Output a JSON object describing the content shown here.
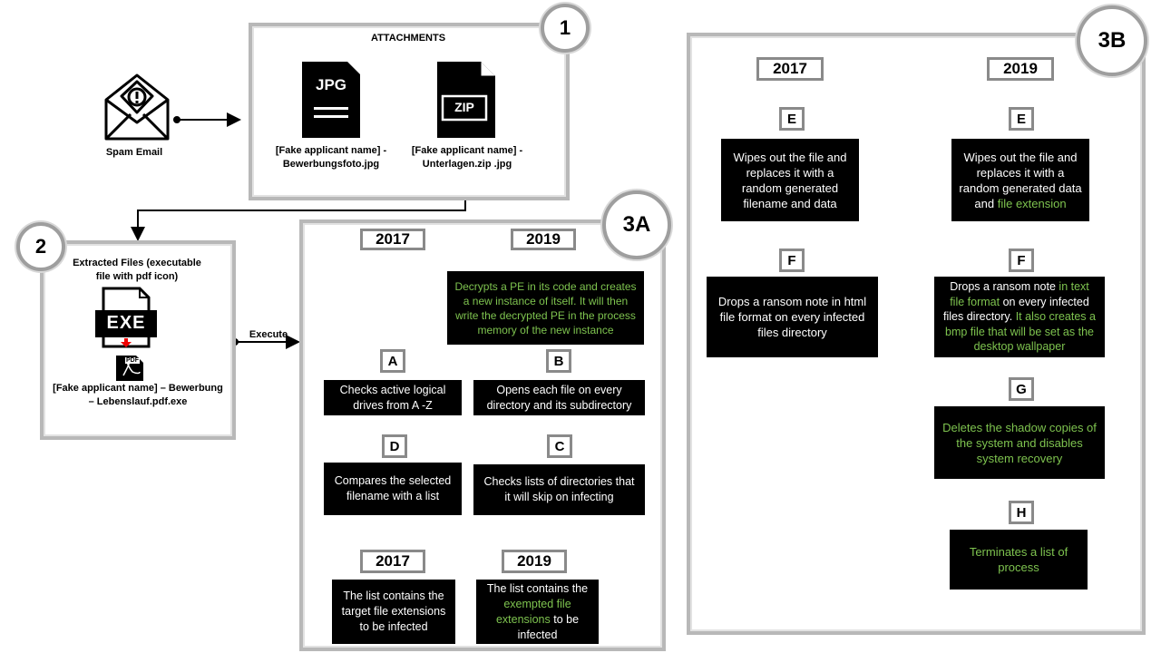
{
  "circles": {
    "c1": "1",
    "c2": "2",
    "c3a": "3A",
    "c3b": "3B"
  },
  "spam_email": "Spam Email",
  "attachments": {
    "title": "ATTACHMENTS",
    "jpg_label": "JPG",
    "zip_label": "ZIP",
    "jpg_caption": [
      "[Fake applicant name] -",
      "Bewerbungsfoto.jpg"
    ],
    "zip_caption": [
      "[Fake applicant name] -",
      "Unterlagen.zip .jpg"
    ]
  },
  "extracted": {
    "title": [
      "Extracted Files (executable",
      "file with pdf icon)"
    ],
    "exe_label": "EXE",
    "pdf_label": "PDF",
    "caption": [
      "[Fake applicant name] – Bewerbung",
      "– Lebenslauf.pdf.exe"
    ]
  },
  "execute_label": "Execute",
  "panel_3a": {
    "year_left": "2017",
    "year_right": "2019",
    "decrypt_text": "Decrypts a PE in its code and creates a new instance of itself. It will then write the decrypted PE in the process memory of the new instance",
    "A": "A",
    "B": "B",
    "C": "C",
    "D": "D",
    "a_text": "Checks active logical drives from A -Z",
    "b_text": "Opens each file on every directory and its subdirectory",
    "c_text": "Checks lists of directories that it will skip on infecting",
    "d_text": "Compares the selected filename with a list",
    "year_bottom_left": "2017",
    "year_bottom_right": "2019",
    "list_2017": "The list contains the target file extensions to be infected",
    "list_2019_pre": "The list contains the",
    "list_2019_green": "exempted file extensions",
    "list_2019_post": "to be infected"
  },
  "panel_3b": {
    "year_left": "2017",
    "year_right": "2019",
    "E": "E",
    "F": "F",
    "G": "G",
    "H": "H",
    "e_2017": "Wipes out the file and replaces it with a random generated filename and data",
    "e_2019_pre": "Wipes out the file and replaces it with a random generated data and",
    "e_2019_green": "file extension",
    "f_2017": "Drops a ransom note in html file format on every infected files directory",
    "f_2019_pre": "Drops a ransom note",
    "f_2019_green1": "in text file format",
    "f_2019_mid": "on every infected files directory.",
    "f_2019_green2": "It also creates a bmp file that will be set as the desktop wallpaper",
    "g_text": "Deletes the shadow copies of the system and disables system recovery",
    "h_text": "Terminates a list of process"
  },
  "colors": {
    "accent_green": "#7ec34f",
    "panel_border": "#b8b8b8"
  }
}
